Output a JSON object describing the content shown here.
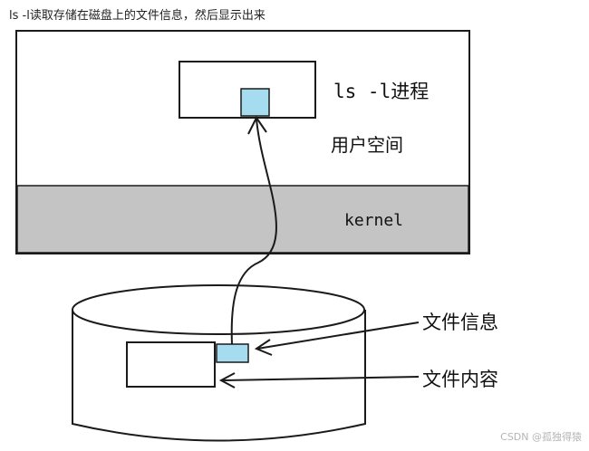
{
  "caption": "ls -l读取存储在磁盘上的文件信息，然后显示出来",
  "labels": {
    "process": "ls -l进程",
    "user_space": "用户空间",
    "kernel": "kernel",
    "file_info": "文件信息",
    "file_content": "文件内容"
  },
  "watermark": "CSDN @孤独得猿",
  "colors": {
    "kernel_band": "#c4c4c4",
    "info_block": "#a6dcef",
    "stroke": "#1a1a1a"
  }
}
